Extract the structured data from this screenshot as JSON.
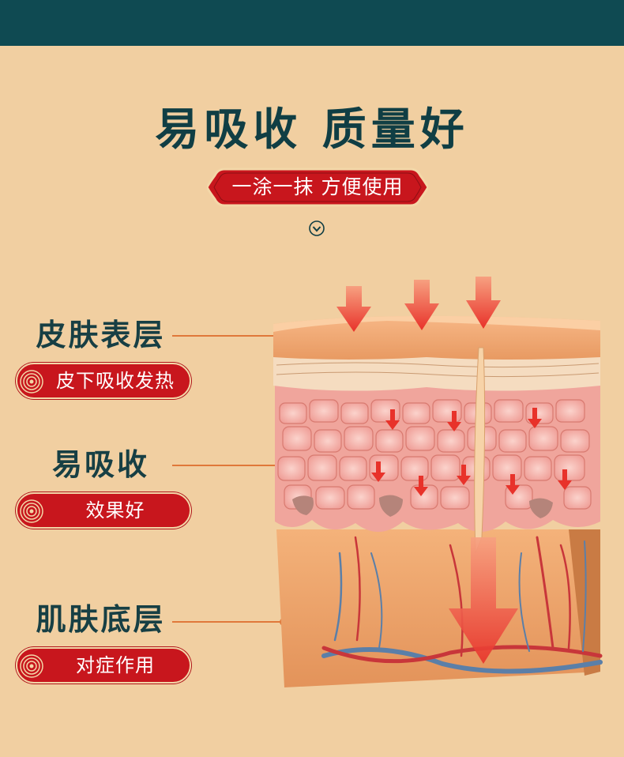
{
  "header": {
    "title": "易吸收 质量好",
    "ribbon_text": "一涂一抹 方便使用"
  },
  "icons": {
    "scroll_down": "chevron-down-circle-icon",
    "pill_decoration": "cloud-swirl-icon",
    "absorption_arrow": "down-arrow-icon"
  },
  "layers": [
    {
      "label": "皮肤表层",
      "badge": "皮下吸收发热"
    },
    {
      "label": "易吸收",
      "badge": "效果好"
    },
    {
      "label": "肌肤底层",
      "badge": "对症作用"
    }
  ],
  "colors": {
    "background": "#f1cfa1",
    "top_bar": "#0f4a52",
    "title": "#103e44",
    "badge_red": "#c8161d",
    "leader_orange": "#e0783a",
    "arrow_red": "#e8322a"
  }
}
